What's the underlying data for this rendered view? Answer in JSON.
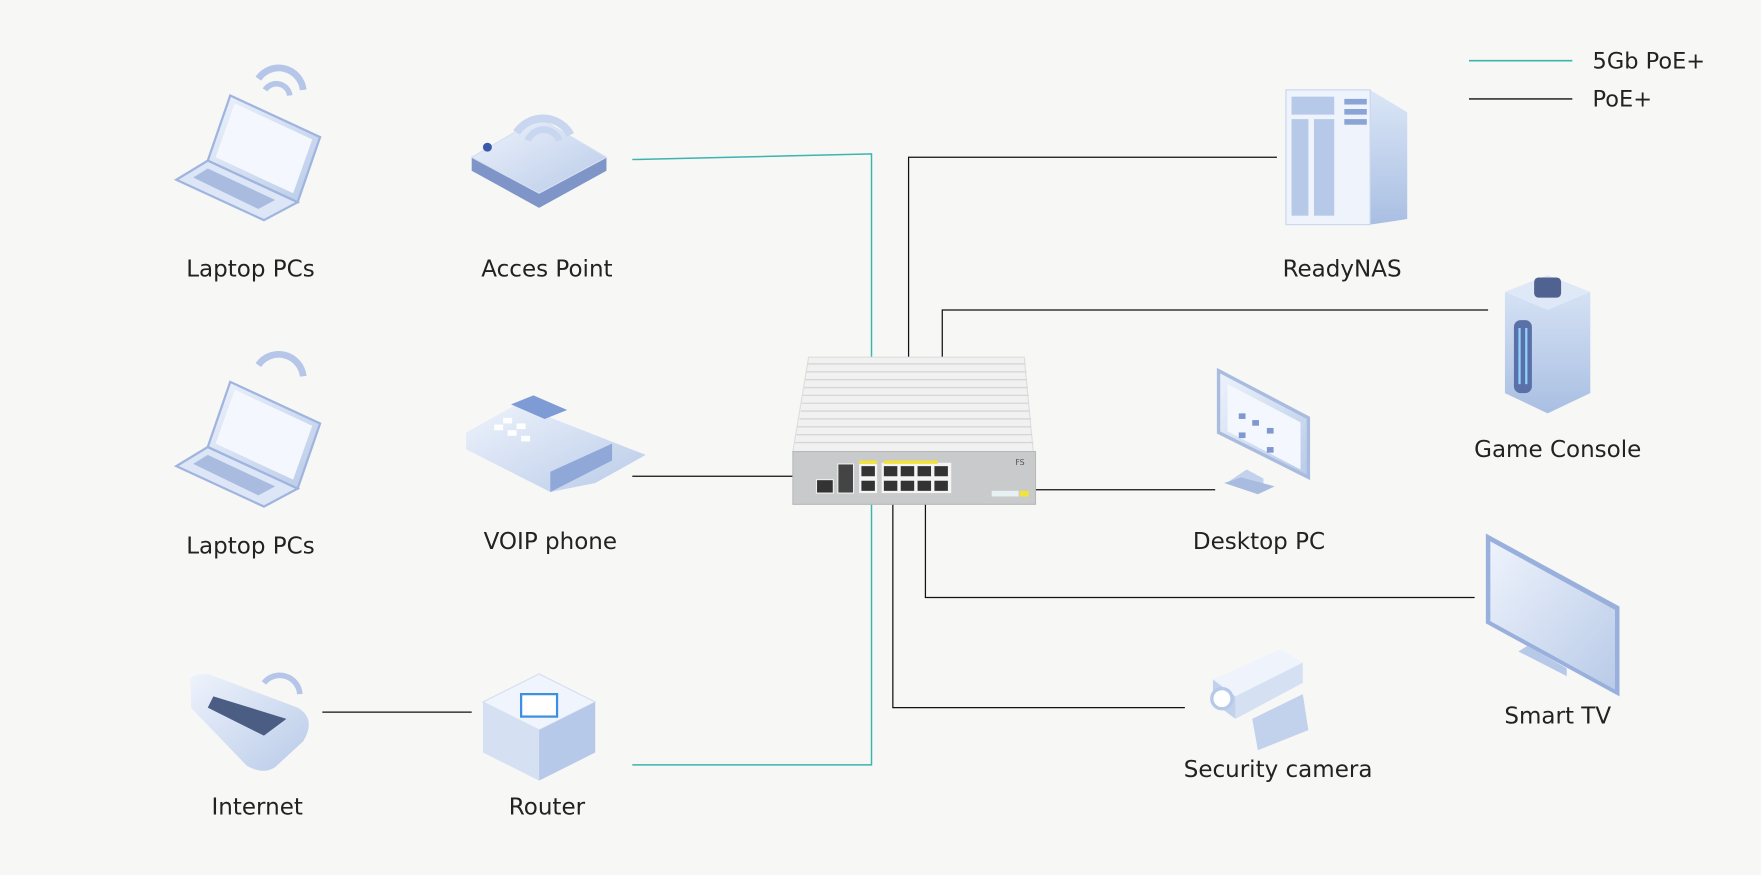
{
  "legend": {
    "items": [
      {
        "label": "5Gb PoE+",
        "color": "#3bb5ad"
      },
      {
        "label": "PoE+",
        "color": "#111111"
      }
    ]
  },
  "devices": {
    "laptop1": "Laptop PCs",
    "access_point": "Acces Point",
    "laptop2": "Laptop PCs",
    "voip_phone": "VOIP phone",
    "internet": "Internet",
    "router": "Router",
    "readynas": "ReadyNAS",
    "game_console": "Game Console",
    "desktop_pc": "Desktop PC",
    "smart_tv": "Smart TV",
    "security_camera": "Security camera"
  },
  "switch": {
    "brand": "FS"
  }
}
